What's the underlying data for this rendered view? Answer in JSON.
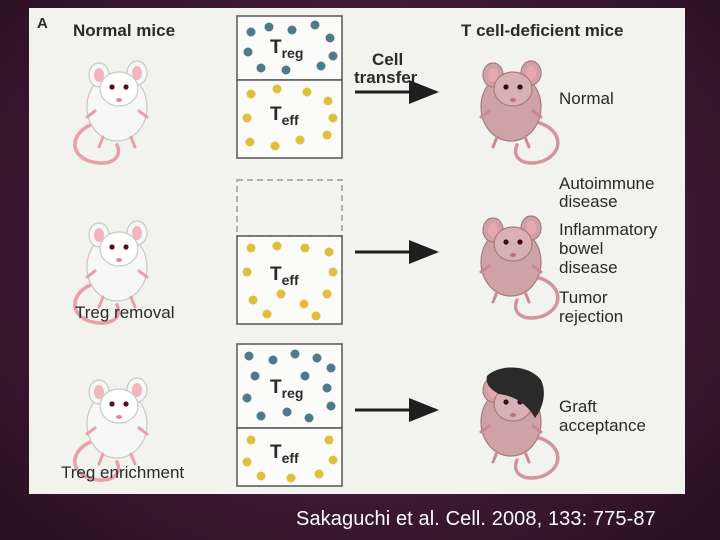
{
  "figure": {
    "panel_letter": "A",
    "left_header": "Normal mice",
    "right_header": "T cell-deficient mice",
    "transfer_label_line1": "Cell",
    "transfer_label_line2": "transfer",
    "rows": [
      {
        "left_label": "",
        "outcomes": [
          "Normal"
        ]
      },
      {
        "left_label": "Treg removal",
        "outcomes": [
          "Autoimmune",
          "disease",
          "Inflammatory",
          "bowel",
          "disease",
          "Tumor",
          "rejection"
        ]
      },
      {
        "left_label": "Treg enrichment",
        "outcomes": [
          "Graft",
          "acceptance"
        ]
      }
    ],
    "cell_labels": {
      "treg_T": "T",
      "treg_sub": "reg",
      "teff_T": "T",
      "teff_sub": "eff"
    }
  },
  "citation": "Sakaguchi et al. Cell. 2008, 133: 775-87",
  "colors": {
    "background": "#3f1a35",
    "panel": "#f2f2ef",
    "treg_cell": "#4f7a8a",
    "teff_cell": "#e0bf40",
    "white_mouse": "#f7f7f7",
    "pink_mouse": "#cfa3a6",
    "ears_tail": "#e8a0a8",
    "text": "#2a2a2a"
  }
}
